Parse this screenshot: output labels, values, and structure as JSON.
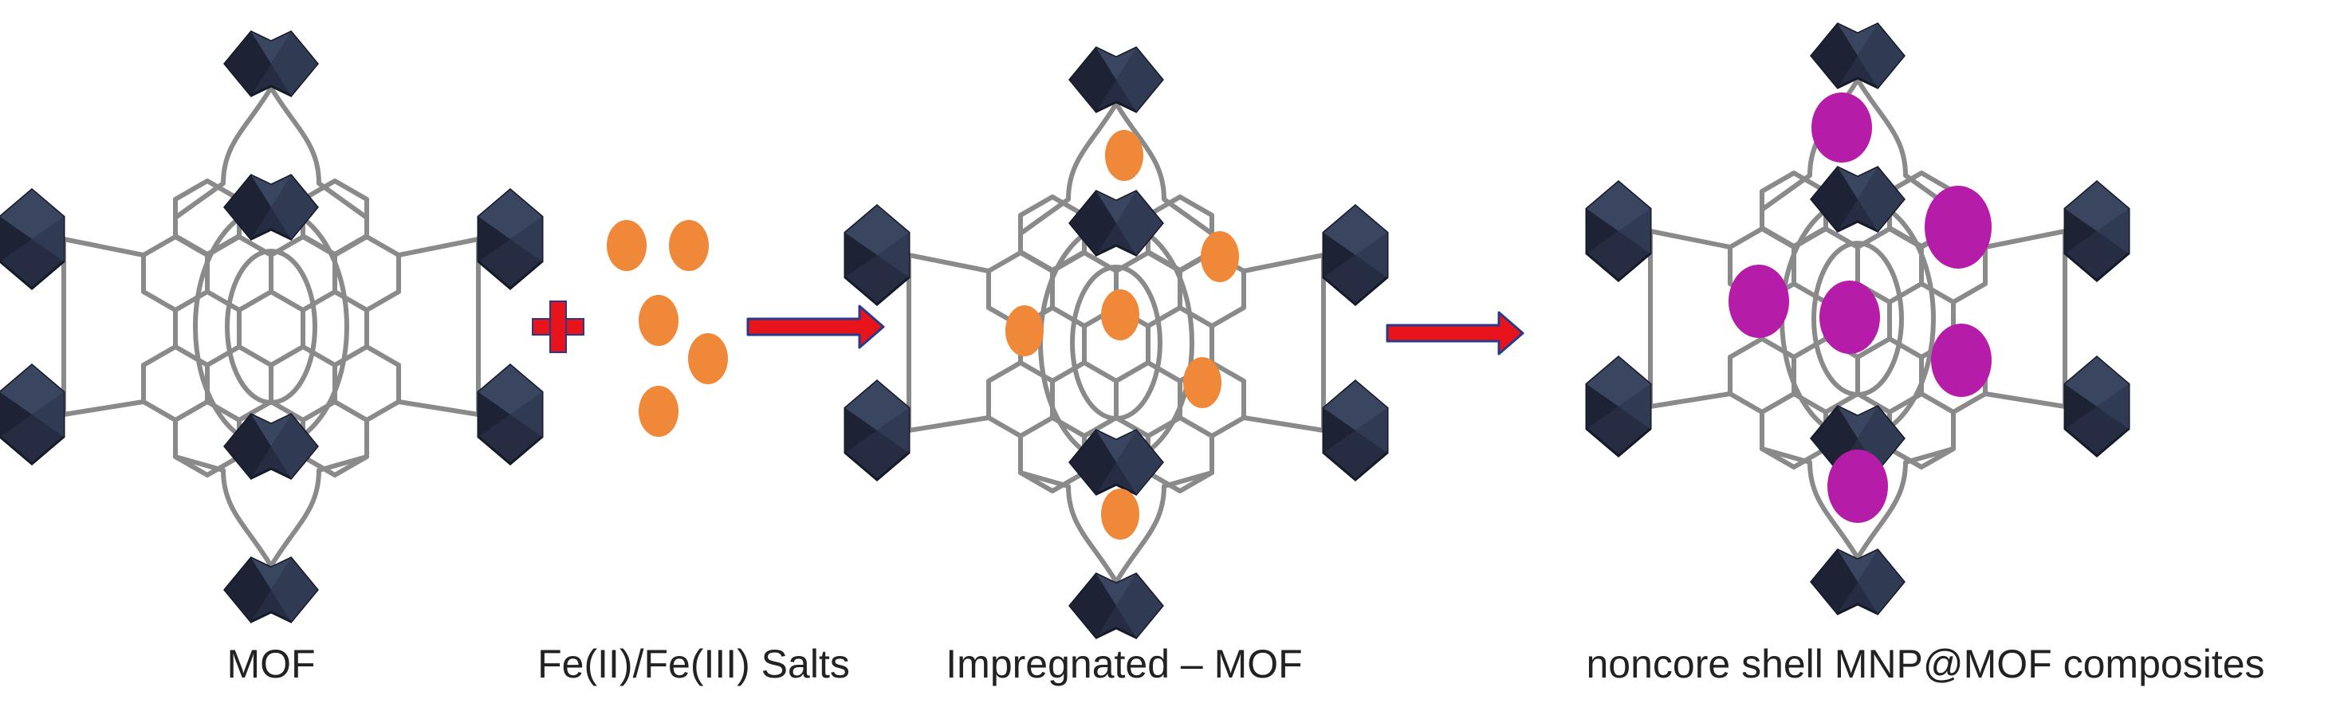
{
  "labels": {
    "mof": "MOF",
    "salts": "Fe(II)/Fe(III) Salts",
    "impregnated": "Impregnated – MOF",
    "composite": "noncore shell MNP@MOF composites"
  },
  "colors": {
    "node": "#262d42",
    "node_light": "#3a4560",
    "linker": "#8a8a8a",
    "salt_particle": "#f0883a",
    "mnp_particle": "#b51ca8",
    "arrow_fill": "#e8141c",
    "arrow_outline": "#2a3a8a",
    "plus": "#e8141c"
  },
  "icons": {
    "plus": "plus-sign-icon",
    "arrow": "right-arrow-icon",
    "framework": "mof-framework-icon",
    "particle": "particle-icon"
  }
}
